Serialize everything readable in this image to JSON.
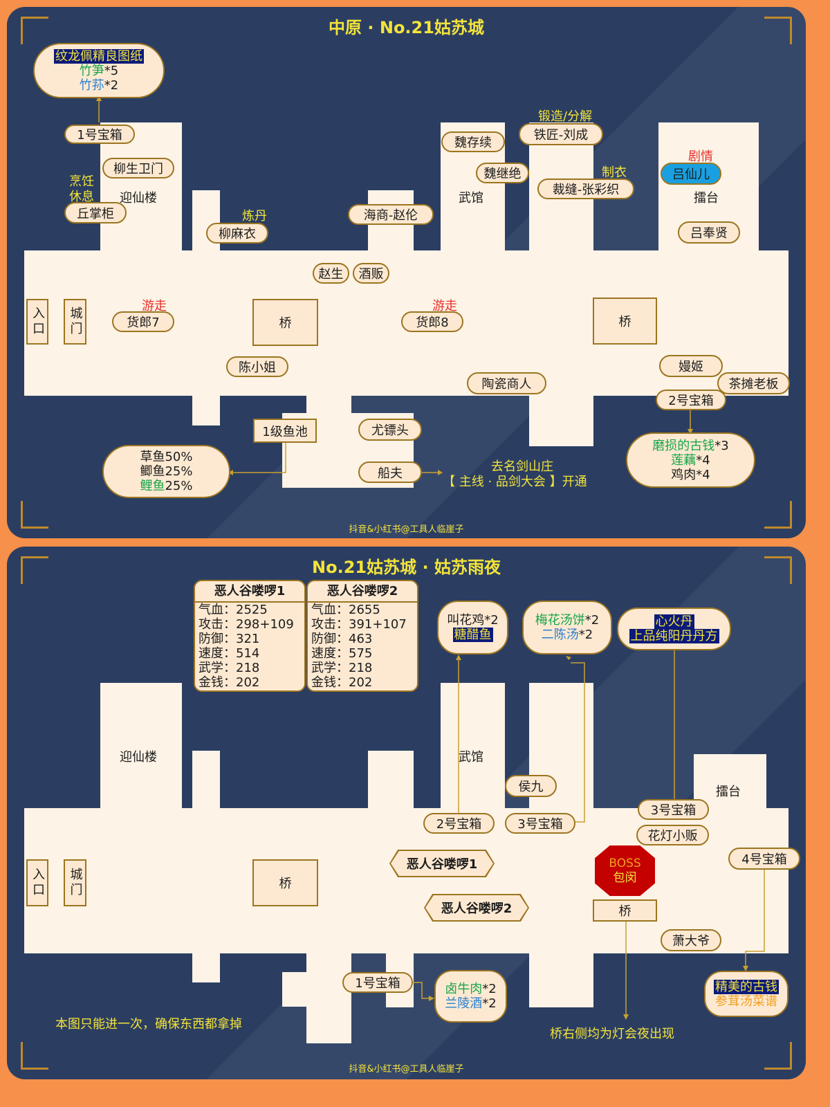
{
  "top": {
    "title": "中原 · No.21姑苏城",
    "footer": "抖音&小红书@工具人临崖子",
    "chest1_reward": {
      "blueprint": "纹龙佩精良图纸",
      "item1": "竹笋",
      "item1_qty": "*5",
      "item2": "竹荪",
      "item2_qty": "*2"
    },
    "chest1": "1号宝箱",
    "liusheng": "柳生卫门",
    "cook_rest": [
      "烹饪",
      "休息"
    ],
    "qiu": "丘掌柜",
    "yingxianlou": "迎仙楼",
    "liandan": "炼丹",
    "liumayi": "柳麻衣",
    "zhaosheng": "赵生",
    "jiufan": "酒贩",
    "haishang": "海商-赵伦",
    "weicunxu": "魏存续",
    "weijijue": "魏继绝",
    "wuguan": "武馆",
    "forge": "锻造/分解",
    "tiejiang": "铁匠-刘成",
    "zhiyi": "制衣",
    "caifeng": "裁缝-张彩织",
    "juqing": "剧情",
    "lvxianer": "吕仙儿",
    "leitai": "擂台",
    "lvfengxian": "吕奉贤",
    "entrance": "入口",
    "citygate": "城门",
    "wander1": "游走",
    "huolang7": "货郎7",
    "bridge": "桥",
    "wander2": "游走",
    "huolang8": "货郎8",
    "chenxiaojie": "陈小姐",
    "taoci": "陶瓷商人",
    "manji": "嫚姬",
    "chatan": "茶摊老板",
    "chest2": "2号宝箱",
    "chest2_reward": {
      "item1": "磨损的古钱",
      "item1_qty": "*3",
      "item2": "莲藕",
      "item2_qty": "*4",
      "item3": "鸡肉*4"
    },
    "fishpond": "1级鱼池",
    "fish": {
      "f1": "草鱼50%",
      "f2": "鲫鱼25%",
      "f3": "鲤鱼",
      "f3_pct": "25%"
    },
    "youbiaotou": "尤镖头",
    "chuanfu": "船夫",
    "goto": [
      "去名剑山庄",
      "【 主线 · 品剑大会 】开通"
    ]
  },
  "bottom": {
    "title": "No.21姑苏城 · 姑苏雨夜",
    "footer": "抖音&小红书@工具人临崖子",
    "enemies": [
      {
        "name": "恶人谷喽啰1",
        "stats": [
          "气血：2525",
          "攻击：298+109",
          "防御：321",
          "速度：514",
          "武学：218",
          "金钱：202"
        ]
      },
      {
        "name": "恶人谷喽啰2",
        "stats": [
          "气血：2655",
          "攻击：391+107",
          "防御：463",
          "速度：575",
          "武学：218",
          "金钱：202"
        ]
      }
    ],
    "reward_a": {
      "l1": "叫花鸡*2",
      "l2": "糖醋鱼"
    },
    "reward_b": {
      "l1": "梅花汤饼",
      "l1_qty": "*2",
      "l2": "二陈汤",
      "l2_qty": "*2"
    },
    "reward_c": {
      "l1": "心火丹",
      "l2": "上品纯阳丹丹方"
    },
    "yingxianlou": "迎仙楼",
    "wuguan": "武馆",
    "leitai": "擂台",
    "houjiu": "侯九",
    "chest2": "2号宝箱",
    "chest3a": "3号宝箱",
    "chest3b": "3号宝箱",
    "huadeng": "花灯小贩",
    "chest4": "4号宝箱",
    "enemy1": "恶人谷喽啰1",
    "enemy2": "恶人谷喽啰2",
    "boss": {
      "l1": "BOSS",
      "l2": "包闵"
    },
    "bridge1": "桥",
    "bridge2": "桥",
    "xiaodaye": "萧大爷",
    "entrance": "入口",
    "citygate": "城门",
    "chest4_reward": {
      "l1": "精美的古钱",
      "l2": "参茸汤菜谱"
    },
    "chest1": "1号宝箱",
    "chest1_reward": {
      "l1": "卤牛肉",
      "l1_qty": "*2",
      "l2": "兰陵酒",
      "l2_qty": "*2"
    },
    "note_once": "本图只能进一次，确保东西都拿掉",
    "note_bridge": "桥右侧均为灯会夜出现"
  }
}
